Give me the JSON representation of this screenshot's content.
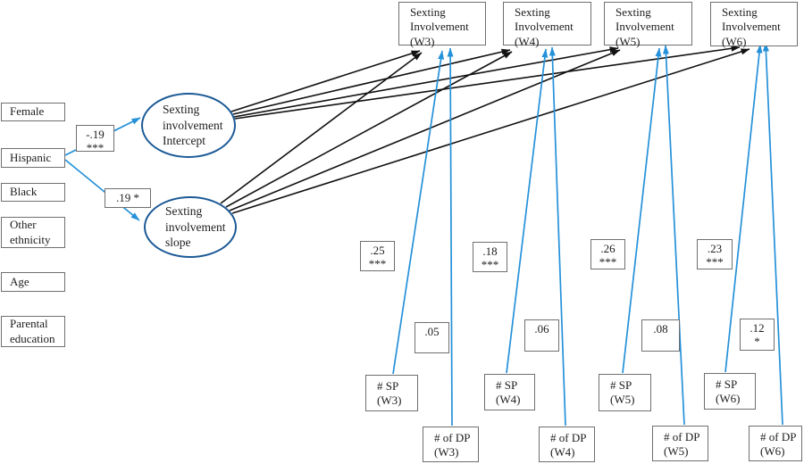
{
  "colors": {
    "arrow_black": "#111111",
    "arrow_blue": "#2591d9",
    "ellipse_stroke": "#1c5a96",
    "box_border": "#6f6f6f",
    "text": "#1c1c1c"
  },
  "predictors": {
    "female": "Female",
    "hispanic": "Hispanic",
    "black": "Black",
    "other_ethnicity": "Other ethnicity",
    "age": "Age",
    "parental_education": "Parental education"
  },
  "latents": {
    "intercept": "Sexting involvement Intercept",
    "slope": "Sexting involvement slope"
  },
  "outcomes": {
    "w3": "Sexting Involvement (W3)",
    "w4": "Sexting Involvement (W4)",
    "w5": "Sexting Involvement (W5)",
    "w6": "Sexting Involvement (W6)"
  },
  "indicators": {
    "sp_w3": "# SP (W3)",
    "dp_w3": "# of DP (W3)",
    "sp_w4": "# SP (W4)",
    "dp_w4": "# of DP (W4)",
    "sp_w5": "# SP (W5)",
    "dp_w5": "# of DP (W5)",
    "sp_w6": "# SP (W6)",
    "dp_w6": "# of DP (W6)"
  },
  "coefficients": {
    "hispanic_to_intercept": "-.19\n***",
    "hispanic_to_slope": ".19 *",
    "sp_w3": ".25\n***",
    "dp_w3": ".05",
    "sp_w4": ".18\n***",
    "dp_w4": ".06",
    "sp_w5": ".26\n***",
    "dp_w5": ".08",
    "sp_w6": ".23\n***",
    "dp_w6": ".12\n*"
  }
}
